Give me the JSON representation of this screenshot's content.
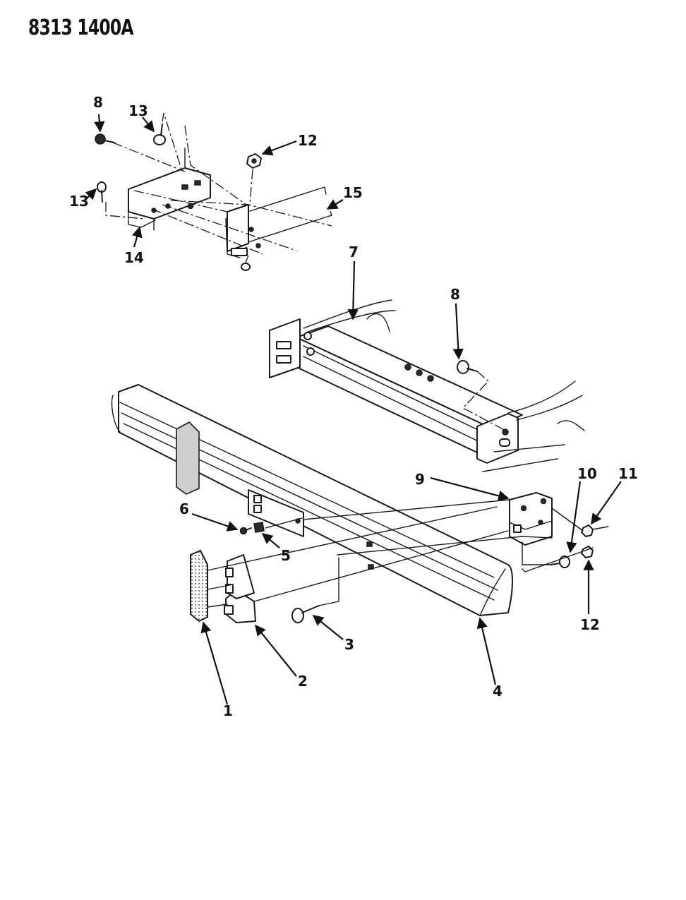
{
  "header": {
    "drawing_number": "8313 1400A"
  },
  "callouts": {
    "c1": "1",
    "c2": "2",
    "c3": "3",
    "c4": "4",
    "c5": "5",
    "c6": "6",
    "c7": "7",
    "c8a": "8",
    "c8b": "8",
    "c9": "9",
    "c10": "10",
    "c11": "11",
    "c12a": "12",
    "c12b": "12",
    "c13a": "13",
    "c13b": "13",
    "c14": "14",
    "c15": "15"
  }
}
